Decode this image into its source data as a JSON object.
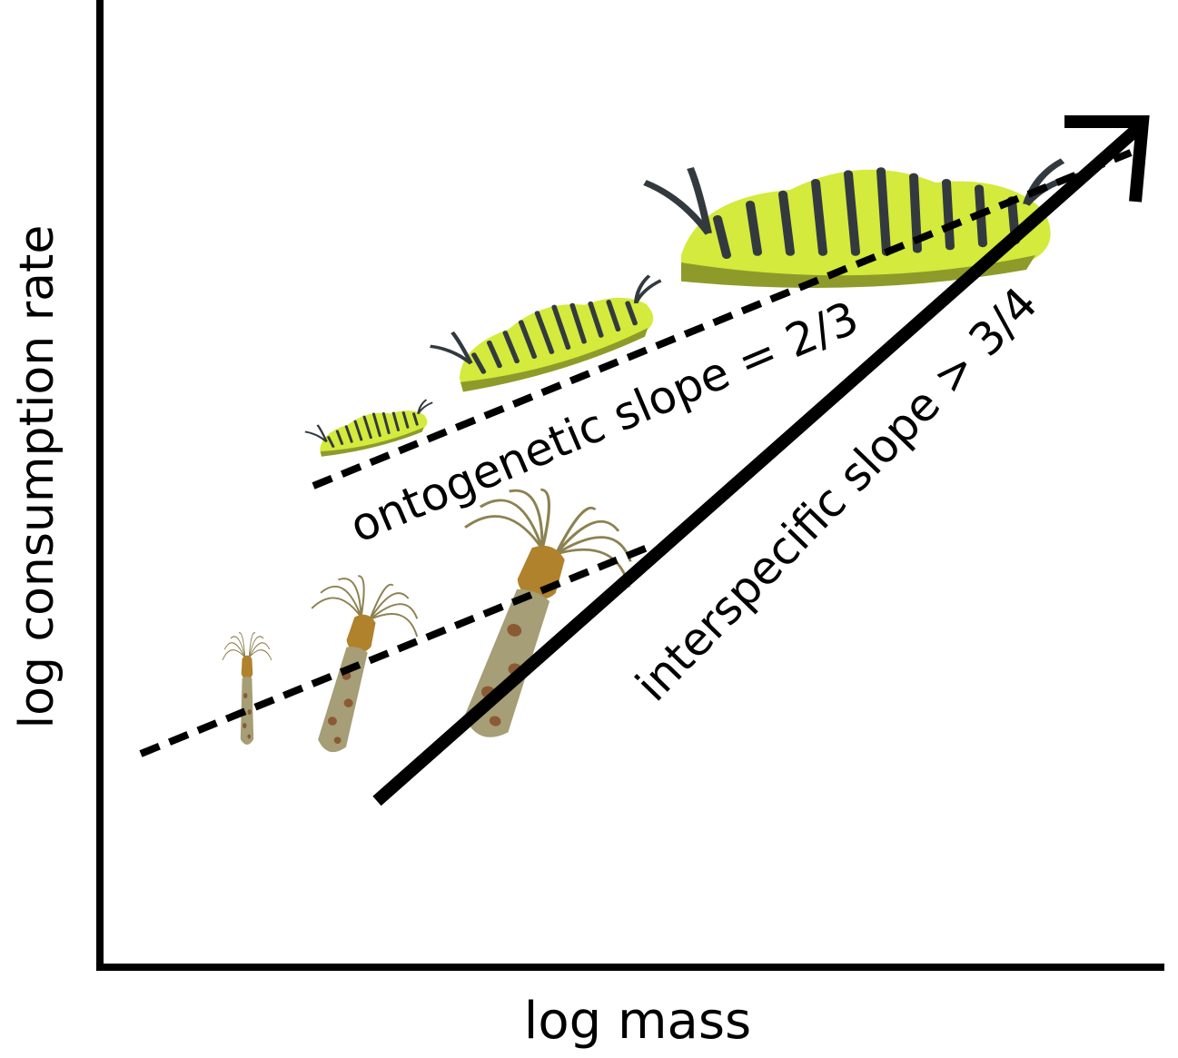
{
  "chart_data": {
    "type": "line",
    "title": "",
    "xlabel": "log mass",
    "ylabel": "log consumption rate",
    "series": [
      {
        "name": "ontogenetic (caterpillars)",
        "style": "dashed",
        "slope_label": "ontogenetic slope = 2/3"
      },
      {
        "name": "ontogenetic (bryozoans)",
        "style": "dashed"
      },
      {
        "name": "interspecific",
        "style": "solid-arrow",
        "slope_label": "interspecific slope > 3/4"
      }
    ],
    "grid": false
  },
  "labels": {
    "ontogenetic": "ontogenetic slope = 2/3",
    "interspecific": "interspecific slope > 3/4",
    "x_axis": "log mass",
    "y_axis": "log consumption rate"
  },
  "colors": {
    "caterpillar_body": "#d4ea3c",
    "caterpillar_shade": "#8e9b2a",
    "caterpillar_stripe": "#333a3f",
    "bryozoan_body": "#a59e76",
    "bryozoan_spot": "#8a5a34",
    "tentacle": "#8c8250"
  }
}
